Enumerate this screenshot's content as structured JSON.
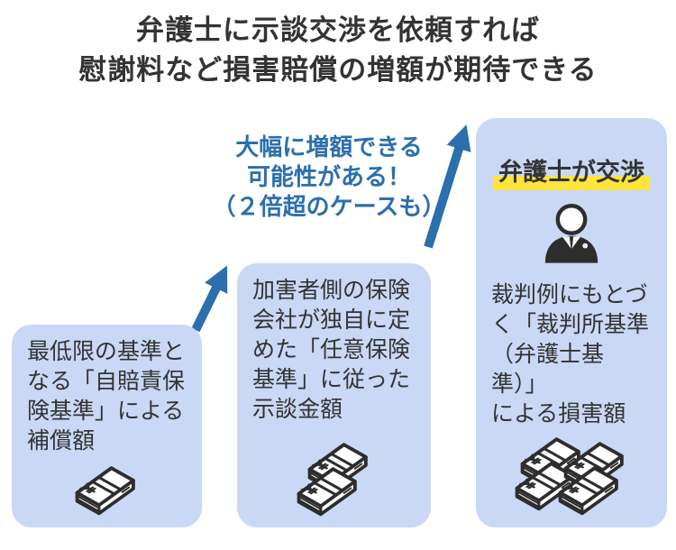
{
  "title": {
    "text": "弁護士に示談交渉を依頼すれば\n慰謝料など損害賠償の増額が期待できる"
  },
  "annotation": {
    "text": "大幅に増額できる\n可能性がある！\n（２倍超のケースも）"
  },
  "colors": {
    "accent_blue": "#2b6fad",
    "box_bg": "#c9d8f5",
    "highlight_yellow": "#ffe43d",
    "text_dark": "#333333",
    "icon_dark": "#2d2d2d"
  },
  "boxes": [
    {
      "text": "最低限の基準と\nなる「自賠責保\n険基準」による\n補償額",
      "money_icon": "yen-banknote-bundle-icon",
      "money_stacks": 1
    },
    {
      "text": "加害者側の保険\n会社が独自に定\nめた「任意保険\n基準」に従った\n示談金額",
      "money_icon": "yen-banknote-bundle-icon",
      "money_stacks": 2
    },
    {
      "heading": "弁護士が交渉",
      "person_icon": "lawyer-person-icon",
      "text": "裁判例にもとづ\nく「裁判所基準\n（弁護士基準）」\nによる損害額",
      "money_icon": "yen-banknote-bundle-icon",
      "money_stacks": 4
    }
  ]
}
